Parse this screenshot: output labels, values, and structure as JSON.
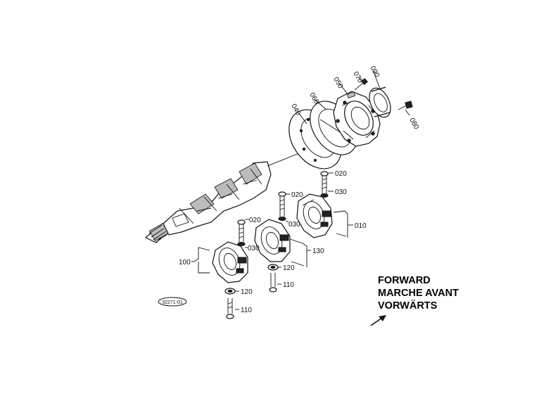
{
  "direction": {
    "line1": "FORWARD",
    "line2": "MARCHE AVANT",
    "line3": "VORWÄRTS"
  },
  "stamp": "32271-01",
  "callouts": {
    "c090": "090",
    "c070": "070",
    "c050": "050",
    "c060": "060",
    "c040": "040",
    "c080": "080",
    "c020a": "020",
    "c030a": "030",
    "c020b": "020",
    "c010": "010",
    "c020c": "020",
    "c030b": "030",
    "c030c": "030",
    "c130": "130",
    "c100": "100",
    "c120a": "120",
    "c110a": "110",
    "c120b": "120",
    "c110b": "110"
  }
}
